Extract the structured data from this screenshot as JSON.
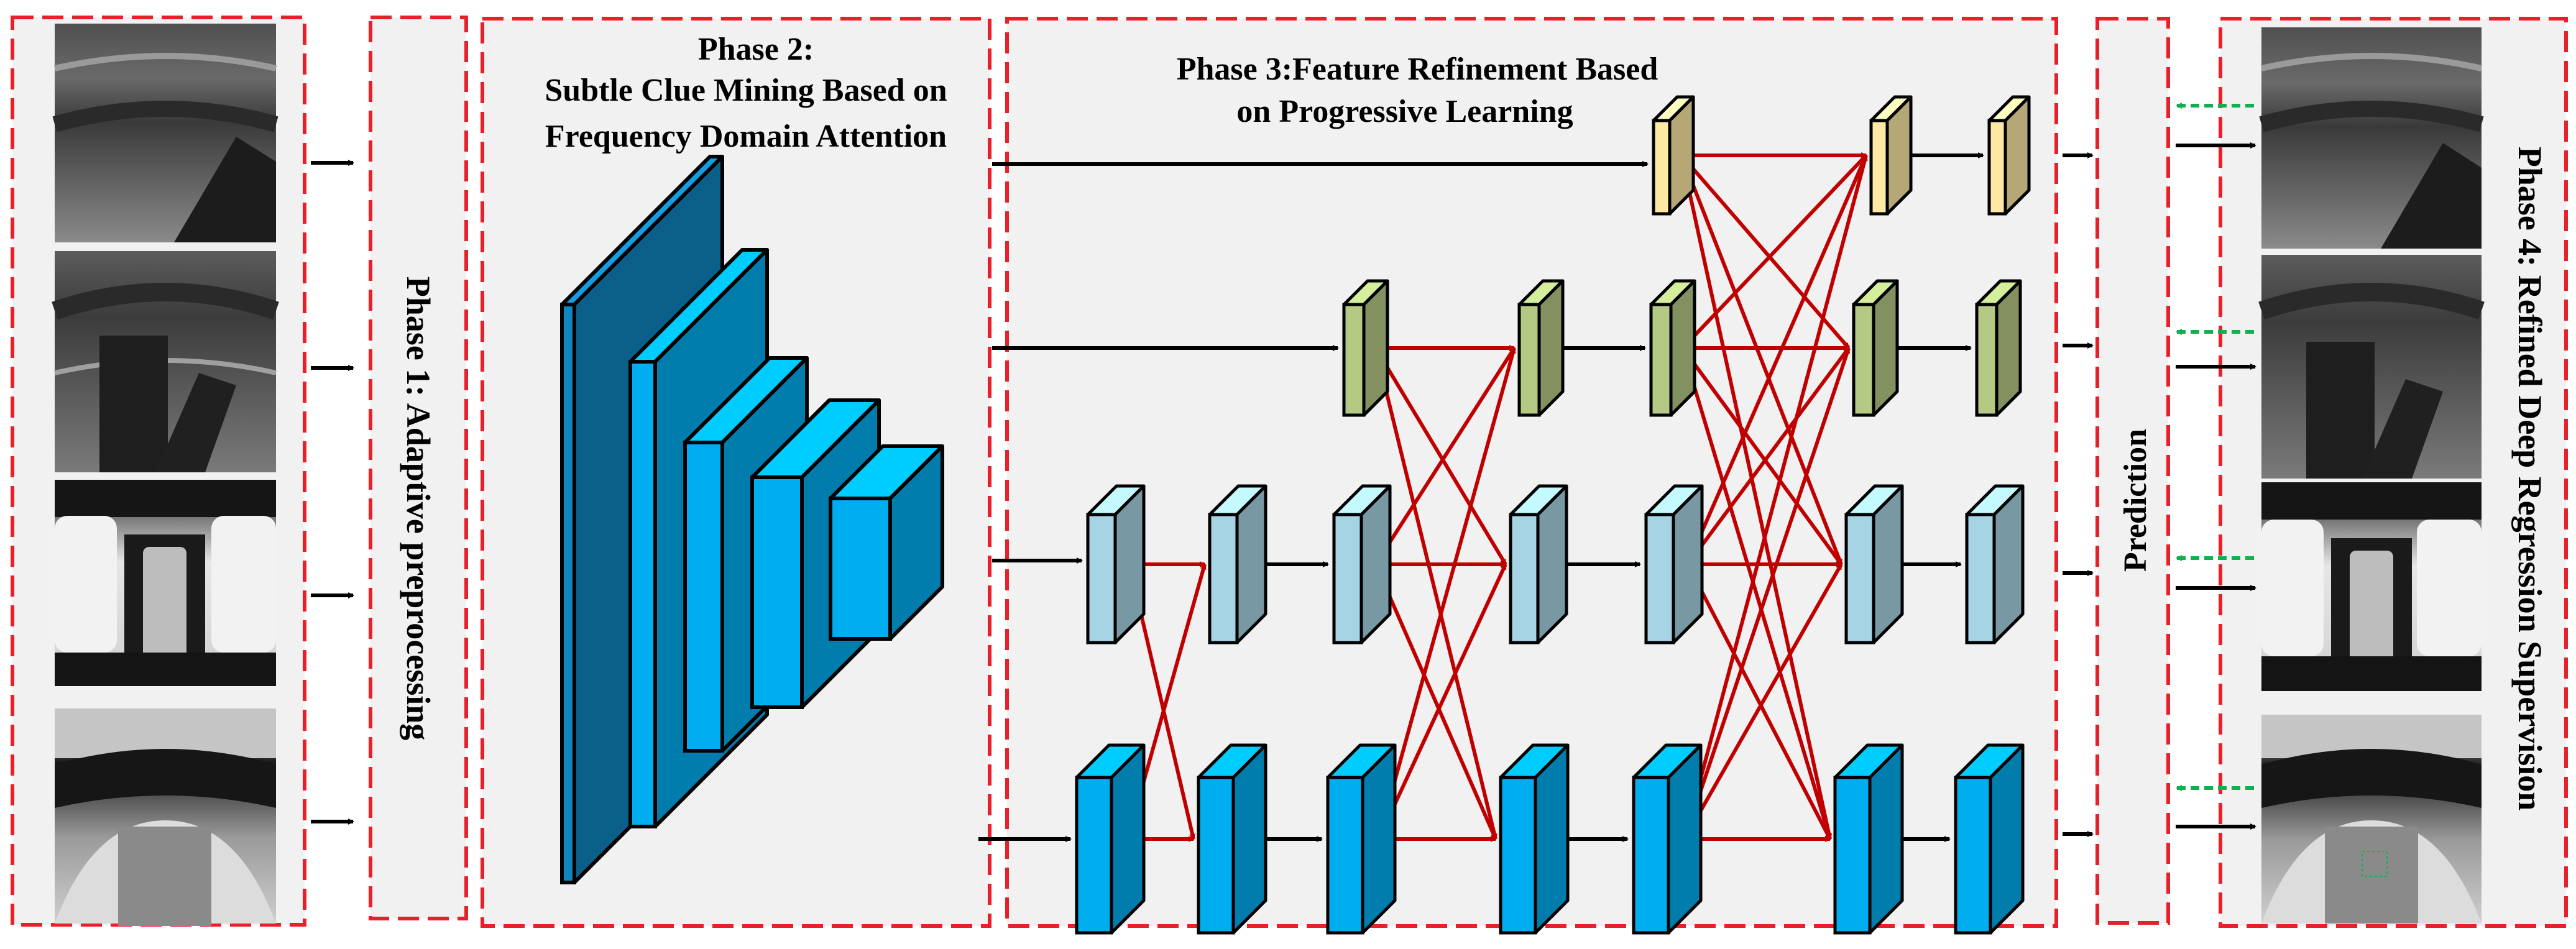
{
  "phase1": {
    "label": "Phase 1: Adaptive preprocessing"
  },
  "phase2": {
    "title_line1": "Phase 2:",
    "title_line2": "Subtle Clue Mining Based on",
    "title_line3": "Frequency Domain Attention"
  },
  "phase3": {
    "title_line1": "Phase 3:Feature Refinement Based",
    "title_line2": "on Progressive Learning"
  },
  "prediction": {
    "label": "Prediction"
  },
  "phase4": {
    "label": "Phase 4: Refined Deep Regression Supervision"
  },
  "colors": {
    "dashed_border": "#e8202a",
    "panel_fill": "#f1f1f1",
    "arrow_black": "#000000",
    "arrow_red": "#c00000",
    "arrow_green": "#10b050",
    "level_top": "#fde9a4",
    "level_2": "#b4ca84",
    "level_3": "#a6d4e4",
    "level_4": "#00aeef",
    "backbone": "#0f86bf"
  }
}
